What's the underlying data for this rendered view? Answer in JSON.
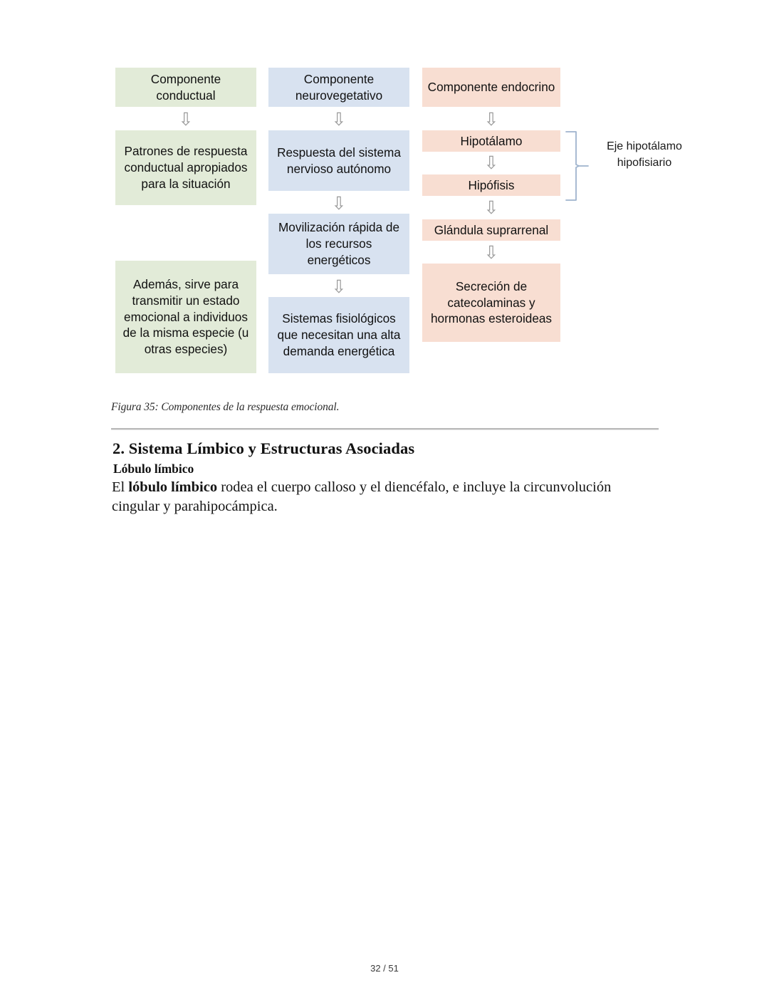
{
  "figure": {
    "caption": "Figura 35: Componentes de la respuesta emocional.",
    "columns": [
      {
        "id": "conductual",
        "color": "#e2ebd8",
        "boxes": [
          "Componente conductual",
          "Patrones de respuesta conductual apropiados para la situación",
          "Además, sirve para transmitir un estado emocional a individuos de la misma especie (u otras especies)"
        ]
      },
      {
        "id": "neurovegetativo",
        "color": "#d8e2f0",
        "boxes": [
          "Componente neurovegetativo",
          "Respuesta del sistema nervioso autónomo",
          "Movilización rápida de los recursos energéticos",
          "Sistemas fisiológicos que necesitan una alta demanda energética"
        ]
      },
      {
        "id": "endocrino",
        "color": "#f8ded2",
        "boxes": [
          "Componente endocrino",
          "Hipotálamo",
          "Hipófisis",
          "Glándula suprarrenal",
          "Secreción de catecolaminas y hormonas esteroideas"
        ]
      }
    ],
    "arrow_glyph": "⇩",
    "annotation": {
      "label": "Eje hipotálamo hipofisiario",
      "bracket_color": "#9eb3cd"
    }
  },
  "content": {
    "section_heading": "2. Sistema Límbico y Estructuras Asociadas",
    "subsection_heading": "Lóbulo límbico",
    "paragraph_before": "El ",
    "paragraph_bold": "lóbulo límbico",
    "paragraph_after": " rodea el cuerpo calloso y el diencéfalo, e incluye la circunvolución cingular y parahipocámpica."
  },
  "footer": {
    "page_indicator": "32 / 51"
  }
}
